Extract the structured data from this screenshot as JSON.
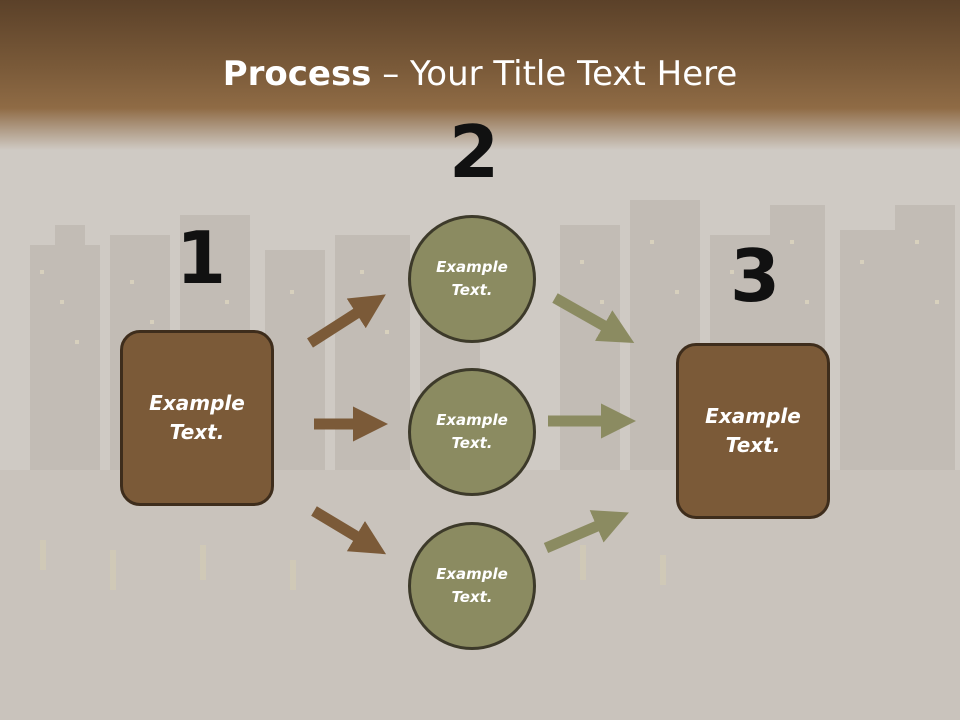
{
  "slide": {
    "title_strong": "Process",
    "title_rest": " – Your Title Text Here"
  },
  "steps": {
    "step1_number": "1",
    "step2_number": "2",
    "step3_number": "3"
  },
  "nodes": {
    "left_box": "Example Text.",
    "circle_top": "Example Text.",
    "circle_middle": "Example Text.",
    "circle_bottom": "Example Text.",
    "right_box": "Example Text."
  },
  "colors": {
    "header_brown": "#7a5a39",
    "box_fill": "#7b5a38",
    "box_border": "#3e2d1c",
    "circle_fill": "#8b8b61",
    "circle_border": "#3d3a2a",
    "arrow_brown": "#7b5a38",
    "arrow_olive": "#8b8b61",
    "background": "#cfcac4"
  }
}
